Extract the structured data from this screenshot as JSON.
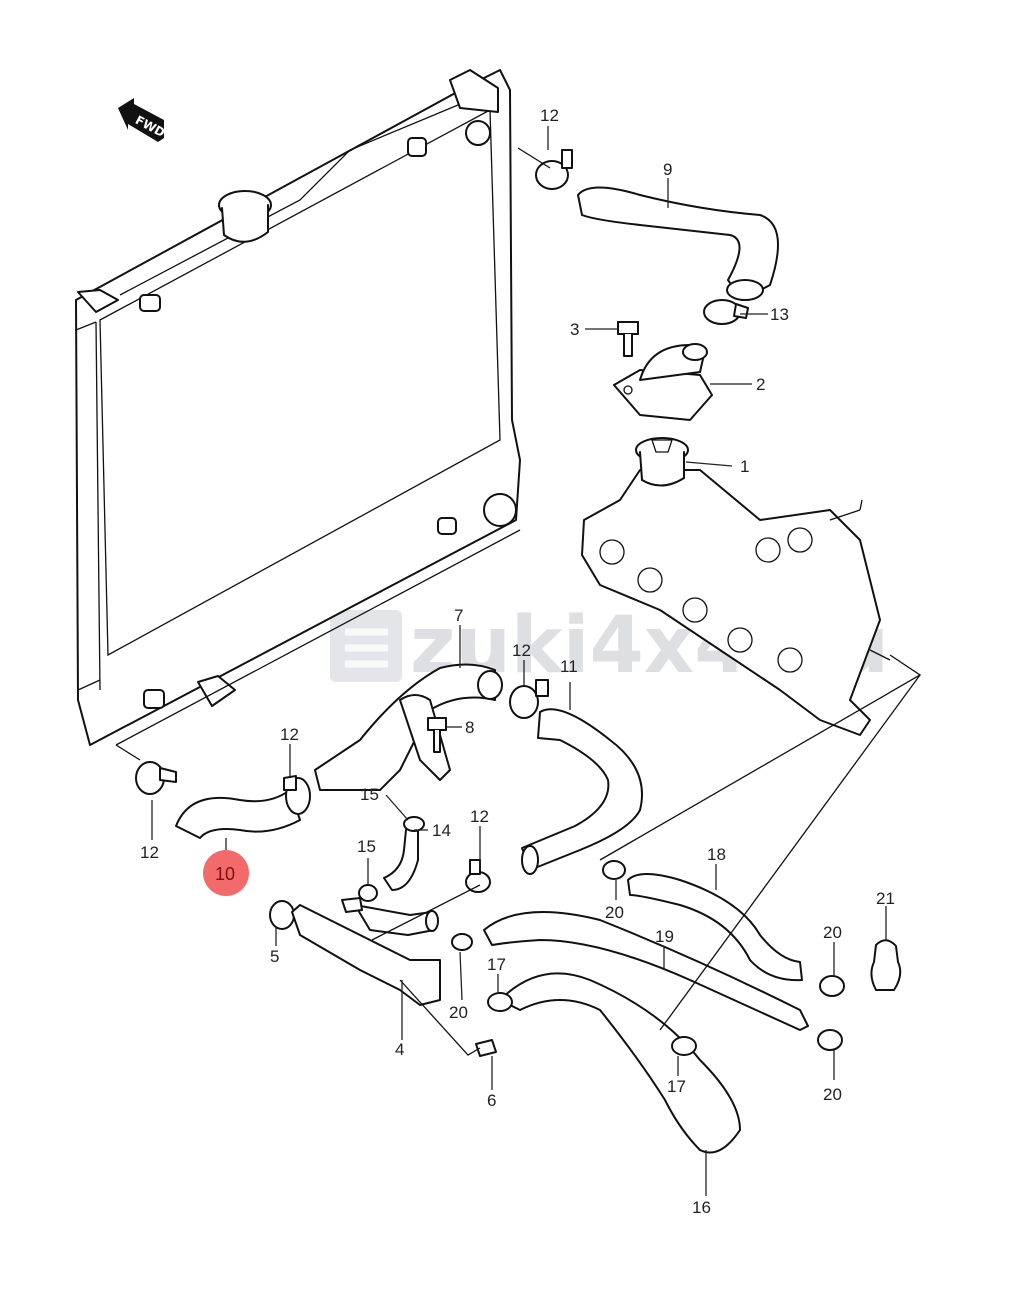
{
  "diagram": {
    "title": "Radiator hose / thermostat assembly exploded view",
    "fwd_label": "FWD",
    "watermark": "zuki4x4.hu",
    "highlighted_part": "10",
    "highlight_color": "#f26a6a",
    "callouts": {
      "c1": "1",
      "c2": "2",
      "c3": "3",
      "c4": "4",
      "c5": "5",
      "c6": "6",
      "c7": "7",
      "c8": "8",
      "c9": "9",
      "c10": "10",
      "c11": "11",
      "c12a": "12",
      "c12b": "12",
      "c12c": "12",
      "c12d": "12",
      "c12e": "12",
      "c13": "13",
      "c14": "14",
      "c15a": "15",
      "c15b": "15",
      "c16": "16",
      "c17a": "17",
      "c17b": "17",
      "c18": "18",
      "c19": "19",
      "c20a": "20",
      "c20b": "20",
      "c20c": "20",
      "c20d": "20",
      "c21": "21"
    }
  }
}
